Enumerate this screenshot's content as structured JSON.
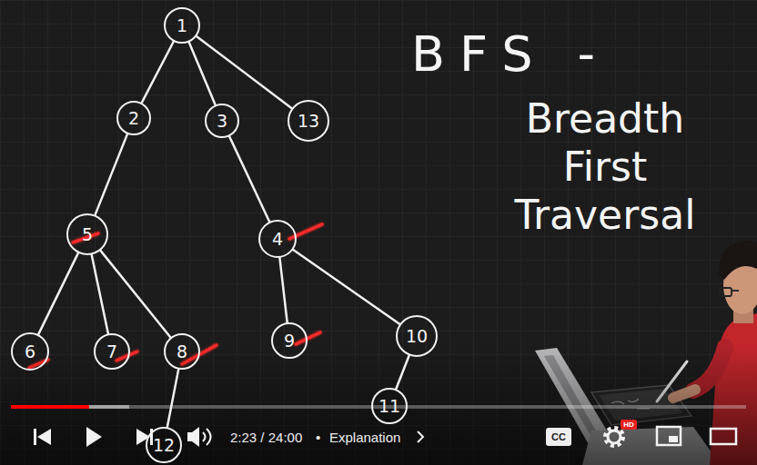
{
  "diagram": {
    "title": "BFS -",
    "nodes": [
      {
        "text": [
          "1"
        ]
      },
      {
        "text": [
          "2"
        ]
      },
      {
        "text": [
          "3"
        ]
      },
      {
        "text": [
          "13"
        ]
      },
      {
        "text": [
          "5"
        ]
      },
      {
        "text": [
          "4"
        ]
      },
      {
        "text": [
          "6"
        ]
      },
      {
        "text": [
          "7"
        ]
      },
      {
        "text": [
          "8"
        ]
      },
      {
        "text": [
          "9"
        ]
      },
      {
        "text": [
          "10"
        ]
      },
      {
        "text": [
          "11"
        ]
      },
      {
        "text": [
          "12"
        ]
      }
    ],
    "edges": [
      {
        "from": 0,
        "to": 1,
        "arrow": "none"
      },
      {
        "from": 0,
        "to": 2,
        "arrow": "none"
      },
      {
        "from": 0,
        "to": 3,
        "arrow": "none"
      },
      {
        "from": 1,
        "to": 4,
        "arrow": "none"
      },
      {
        "from": 2,
        "to": 5,
        "arrow": "none"
      },
      {
        "from": 4,
        "to": 6,
        "arrow": "none"
      },
      {
        "from": 4,
        "to": 7,
        "arrow": "none"
      },
      {
        "from": 4,
        "to": 8,
        "arrow": "none"
      },
      {
        "from": 5,
        "to": 9,
        "arrow": "none"
      },
      {
        "from": 5,
        "to": 10,
        "arrow": "none"
      },
      {
        "from": 10,
        "to": 11,
        "arrow": "none"
      },
      {
        "from": 8,
        "to": 12,
        "arrow": "none"
      }
    ],
    "labels": [
      "Breadth First Traversal",
      "2:23 / 24:00",
      "•",
      "Explanation",
      "CC",
      "HD"
    ]
  }
}
